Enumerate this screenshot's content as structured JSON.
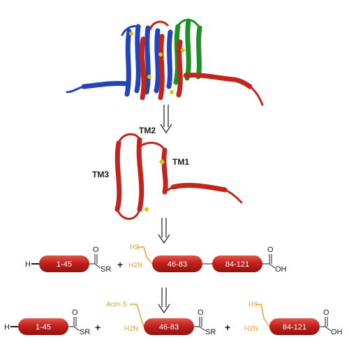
{
  "colors": {
    "helix_blue": "#2444b8",
    "helix_red": "#c0261e",
    "helix_green": "#1f8f2a",
    "cylinder": "#c4211c",
    "cysteine": "#e8a23a",
    "ink": "#1a1a1a",
    "disulfide": "#d4c21e"
  },
  "structure_labels": {
    "tm1": "TM1",
    "tm2": "TM2",
    "tm3": "TM3"
  },
  "row1": {
    "n_term": "H",
    "seg1": "1-45",
    "thioester_o": "O",
    "thioester_sr": "SR",
    "plus": "+",
    "cys_sh": "HS",
    "cys_nh2": "H2N",
    "seg2": "46-83",
    "seg3": "84-121",
    "acid_o": "O",
    "acid_oh": "OH"
  },
  "row2": {
    "n_term": "H",
    "seg1": "1-45",
    "thioester1_o": "O",
    "thioester1_sr": "SR",
    "plus1": "+",
    "acm": "Acm-S",
    "cys_nh2_a": "H2N",
    "seg2": "46-83",
    "thioester2_o": "O",
    "thioester2_sr": "SR",
    "plus2": "+",
    "cys_sh": "HS",
    "cys_nh2_b": "H2N",
    "seg3": "84-121",
    "acid_o": "O",
    "acid_oh": "OH"
  }
}
